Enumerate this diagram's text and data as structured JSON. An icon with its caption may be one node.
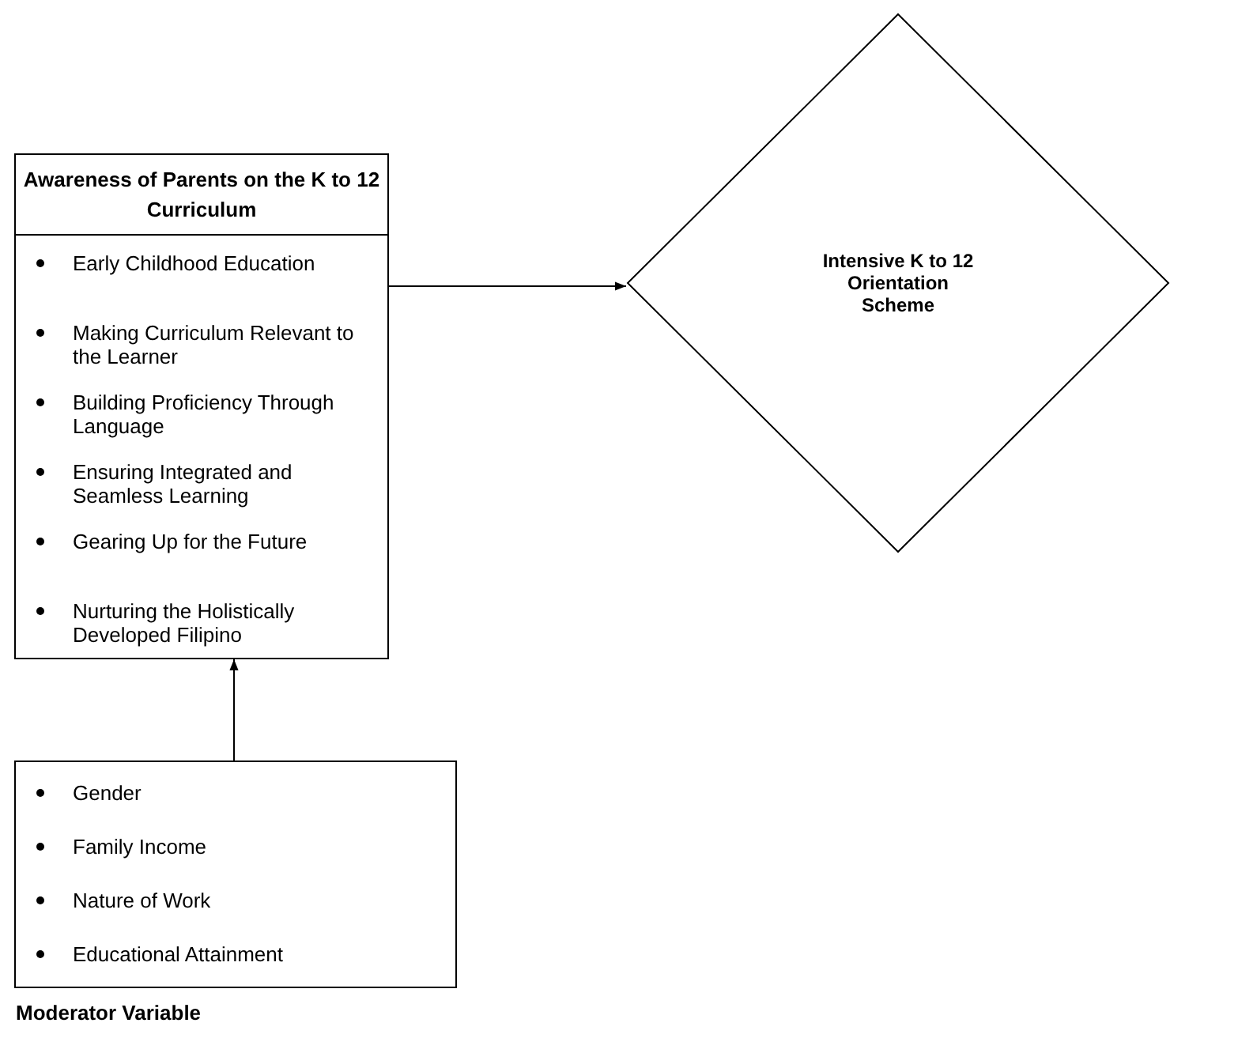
{
  "diagram": {
    "nodes": [
      {
        "text": [
          "Awareness of Parents on the K to 12 Curriculum",
          "Early Childhood Education",
          "Making Curriculum Relevant to the Learner",
          "Building Proficiency Through Language",
          "Ensuring Integrated and Seamless Learning",
          "Gearing Up for the Future",
          "Nurturing the Holistically Developed Filipino"
        ]
      },
      {
        "text": [
          "Intensive K to 12 Orientation Scheme"
        ]
      },
      {
        "text": [
          "Gender",
          "Family Income",
          "Nature of Work",
          "Educational Attainment"
        ]
      }
    ],
    "edges": [
      {
        "from": 0,
        "to": 1,
        "arrow": "to"
      },
      {
        "from": 2,
        "to": 0,
        "arrow": "to"
      }
    ],
    "labels": [
      "Moderator Variable"
    ]
  }
}
